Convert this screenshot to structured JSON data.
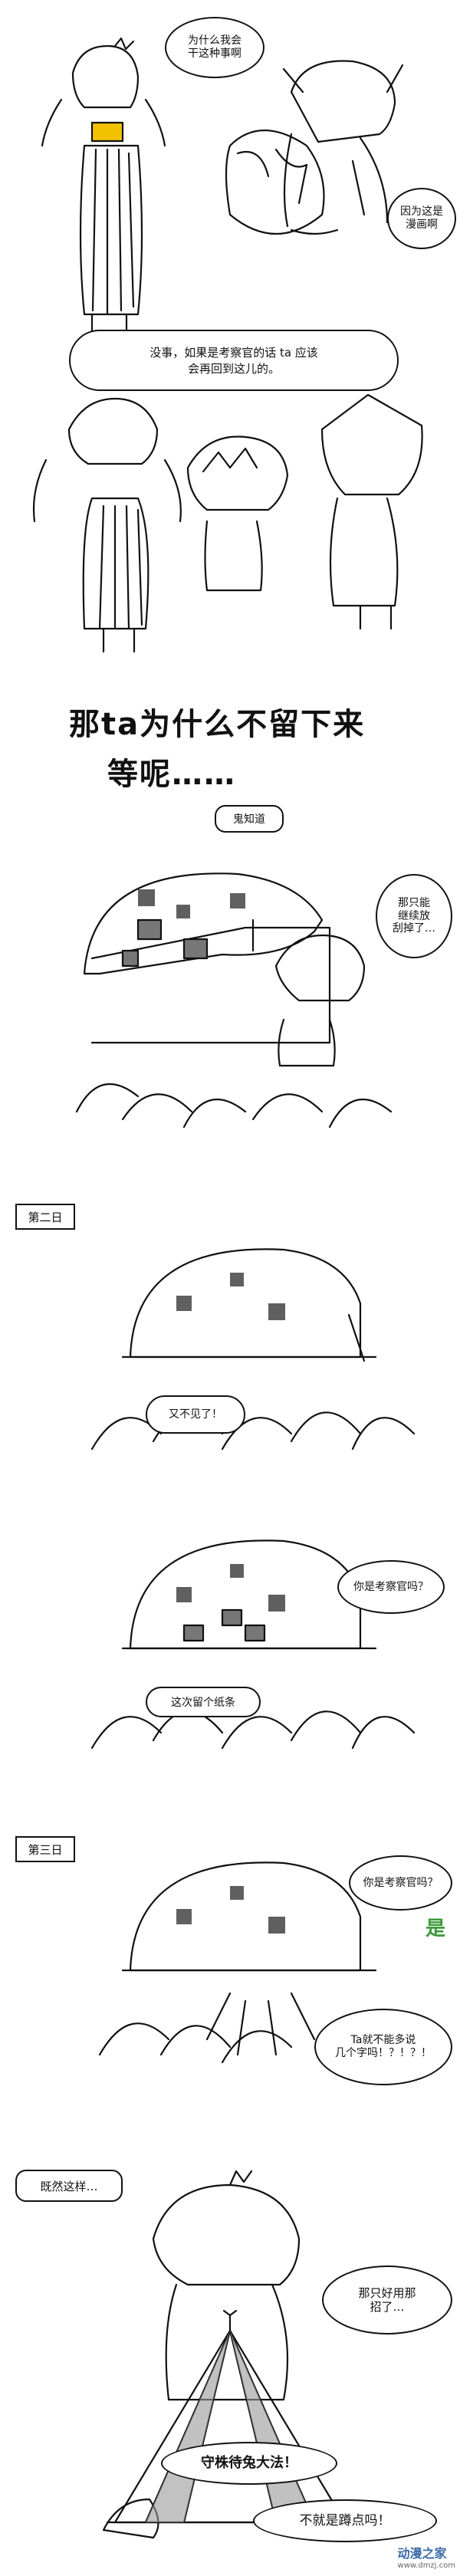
{
  "panel1": {
    "bubble_a": "为什么我会\n干这种事啊",
    "bubble_b": "因为这是\n漫画啊"
  },
  "panel2": {
    "bubble": "没事，如果是考察官的话 ta 应该\n会再回到这儿的。"
  },
  "caption": {
    "line1": "那ta为什么不留下来",
    "line2": "等呢……",
    "aside": "鬼知道"
  },
  "panel3": {
    "bubble": "那只能\n继续放\n刮掉了…"
  },
  "day2": {
    "label": "第二日",
    "bubble": "又不见了！"
  },
  "panel5": {
    "bubble_left": "这次留个纸条",
    "bubble_right": "你是考察官吗？"
  },
  "day3": {
    "label": "第三日",
    "bubble_right": "你是考察官吗？",
    "answer": "是",
    "bubble_bottom": "Ta就不能多说\n几个字吗！？！？！"
  },
  "panel7": {
    "bubble_left": "既然这样…",
    "bubble_right": "那只好用那\n招了…"
  },
  "panel8": {
    "bubble_a": "守株待兔大法！",
    "bubble_b": "不就是蹲点吗！"
  },
  "watermark": {
    "main": "动漫之家",
    "sub": "www.dmzj.com"
  }
}
